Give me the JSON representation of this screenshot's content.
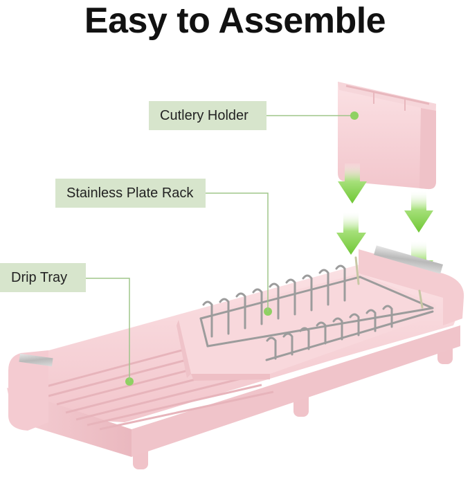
{
  "title": "Easy to Assemble",
  "labels": {
    "cutlery_holder": "Cutlery Holder",
    "plate_rack": "Stainless Plate Rack",
    "drip_tray": "Drip Tray"
  },
  "colors": {
    "product_pink": "#f7d3d8",
    "label_green_bg": "#d7e5cc",
    "callout_dot": "#8fd163",
    "arrow_green": "#7ed13f"
  },
  "icons": [
    "down-arrow-icon"
  ]
}
